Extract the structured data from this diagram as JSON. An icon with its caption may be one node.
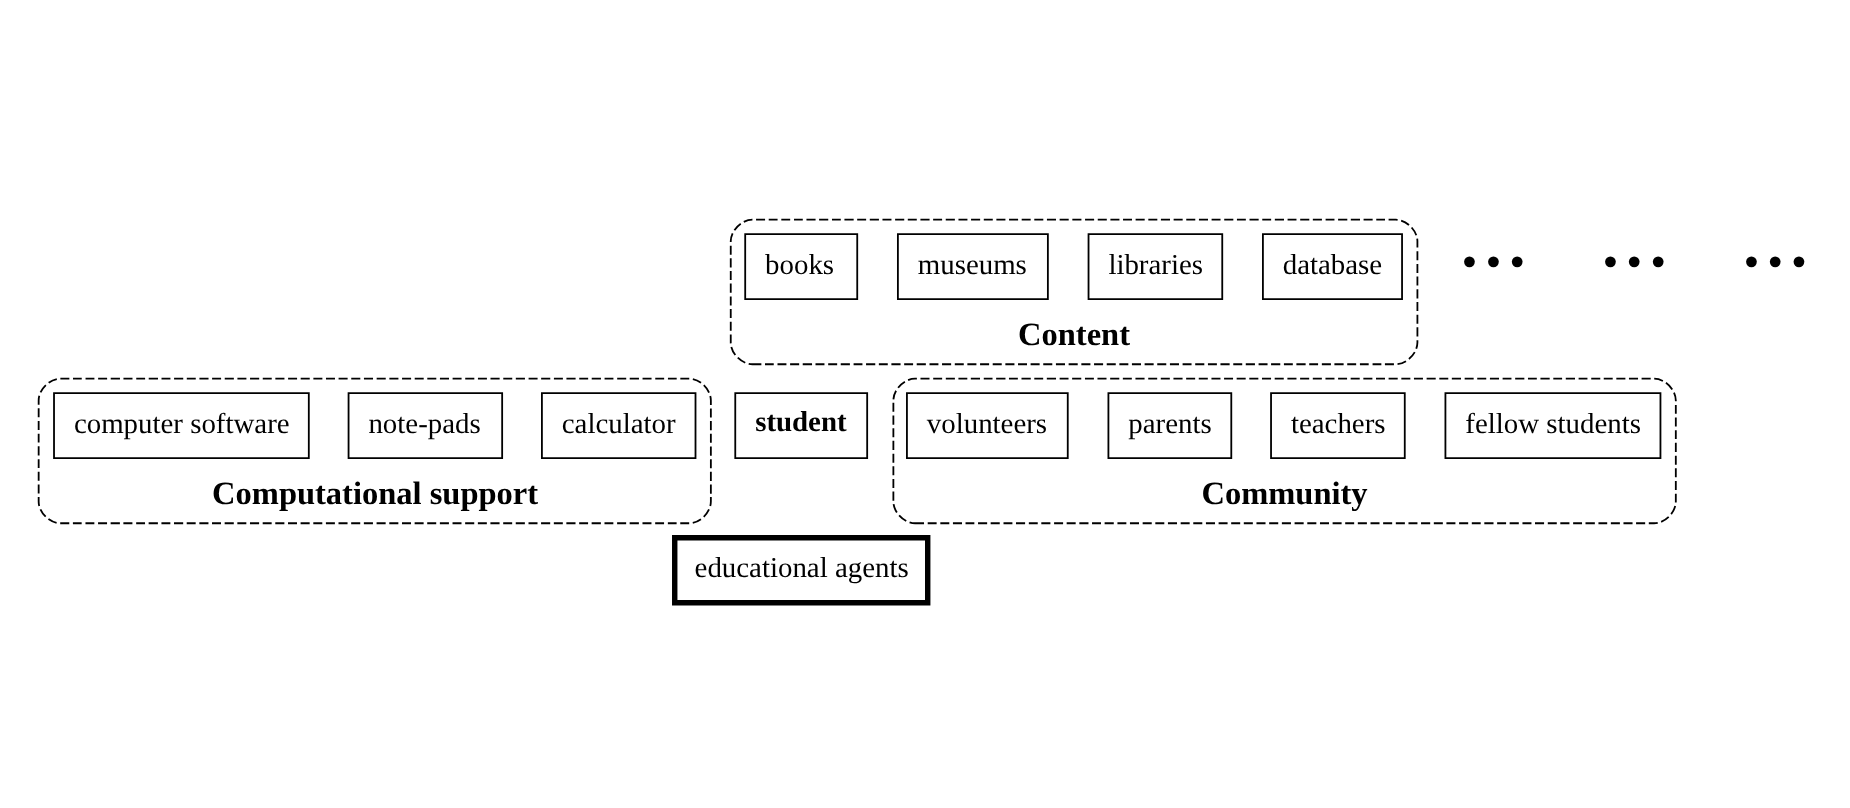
{
  "diagram": {
    "nodes": [
      {
        "text": [
          "Content"
        ]
      },
      {
        "text": [
          "books"
        ],
        "in": 0
      },
      {
        "text": [
          "libraries"
        ],
        "in": 0
      },
      {
        "text": [
          "museums"
        ],
        "in": 0
      },
      {
        "text": [
          "database"
        ],
        "in": 0
      },
      {
        "text": [
          "Computational support"
        ]
      },
      {
        "text": [
          "calculator"
        ],
        "in": 5
      },
      {
        "text": [
          "note-pads"
        ],
        "in": 5
      },
      {
        "text": [
          "computer software"
        ],
        "in": 5
      },
      {
        "text": [
          "student"
        ]
      },
      {
        "text": [
          "Community"
        ]
      },
      {
        "text": [
          "fellow students"
        ],
        "in": 10
      },
      {
        "text": [
          "teachers"
        ],
        "in": 10
      },
      {
        "text": [
          "parents"
        ],
        "in": 10
      },
      {
        "text": [
          "volunteers"
        ],
        "in": 10
      },
      {
        "text": [
          "educational agents"
        ]
      }
    ],
    "edges": [],
    "labels": [
      "• • •",
      "• • •",
      "• • •"
    ]
  }
}
